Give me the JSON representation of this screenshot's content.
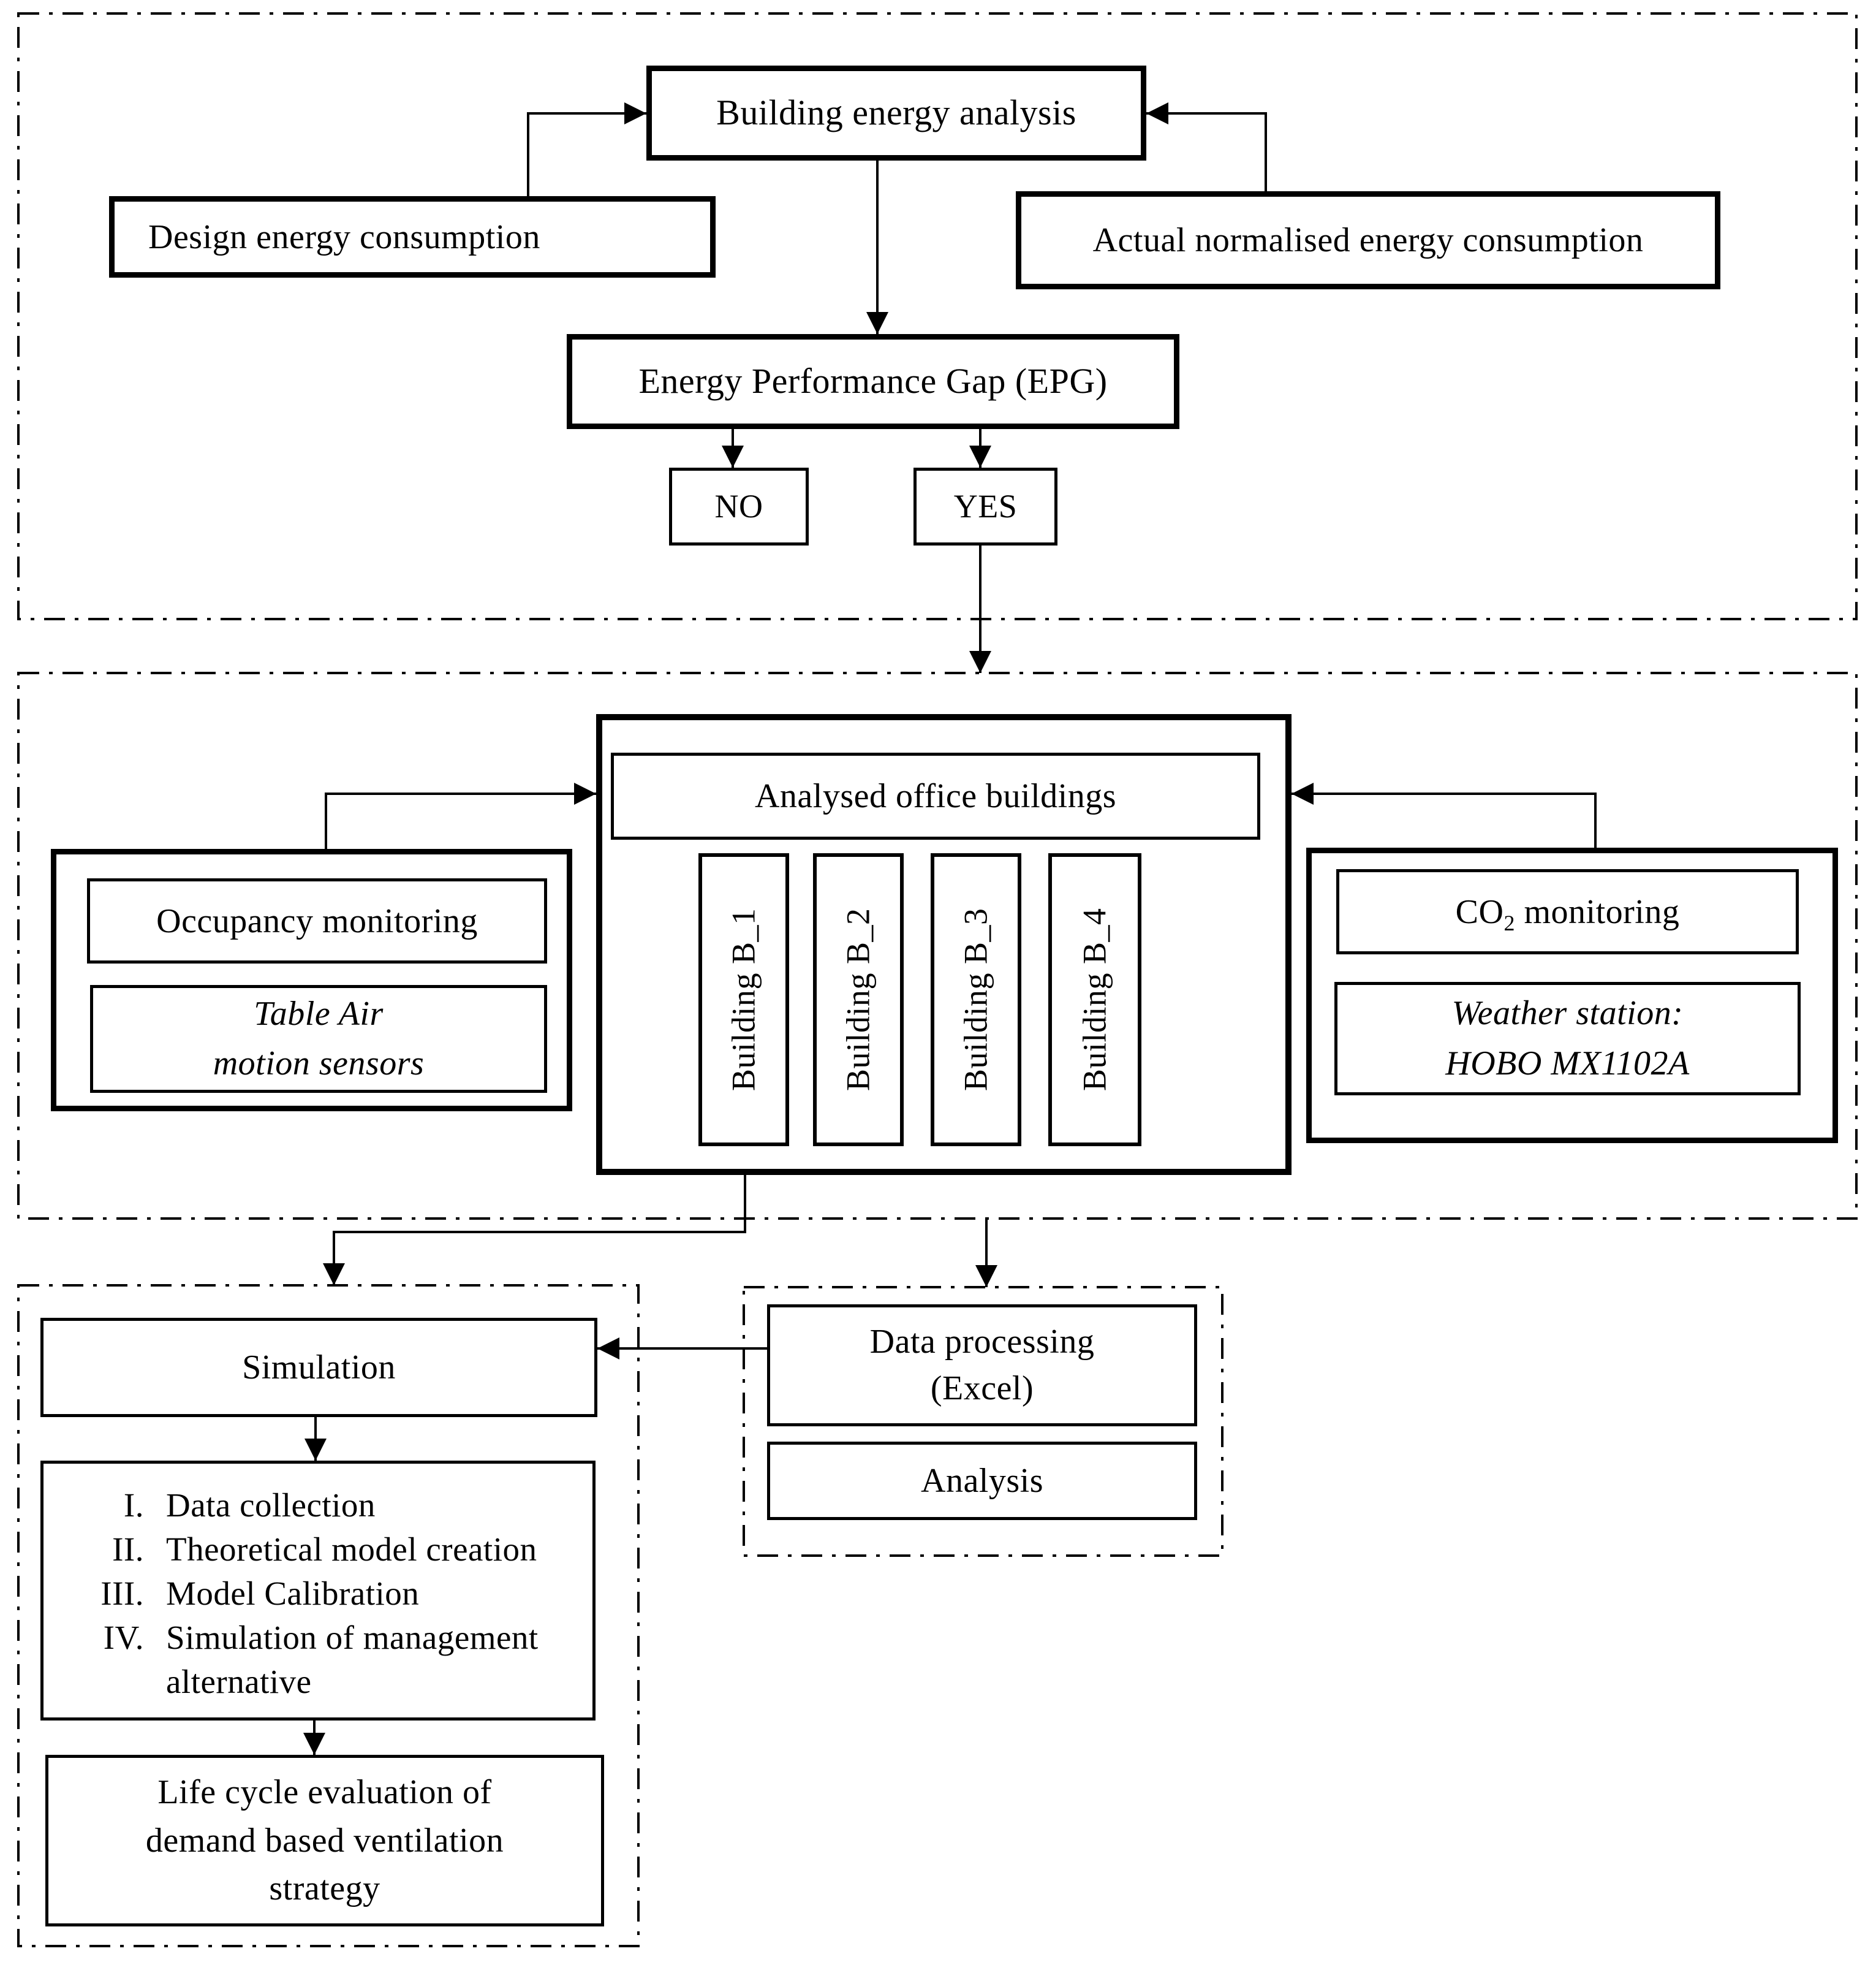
{
  "nodes": {
    "building_energy_analysis": "Building energy analysis",
    "design_energy_consumption": "Design energy consumption",
    "actual_normalised_energy_consumption": "Actual normalised energy consumption",
    "energy_performance_gap": "Energy Performance Gap (EPG)",
    "no_label": "NO",
    "yes_label": "YES",
    "analysed_office_buildings": "Analysed office buildings",
    "buildings": [
      "Building B_1",
      "Building B_2",
      "Building B_3",
      "Building B_4"
    ],
    "occupancy_monitoring": "Occupancy monitoring",
    "occupancy_sensor_lines": [
      "Table Air",
      "motion sensors"
    ],
    "co2_monitoring": {
      "pre": "CO",
      "sub": "2",
      "post": " monitoring"
    },
    "weather_station_lines": [
      "Weather station:",
      "HOBO MX1102A"
    ],
    "simulation": "Simulation",
    "simulation_steps": [
      {
        "num": "I.",
        "text": "Data collection"
      },
      {
        "num": "II.",
        "text": "Theoretical model creation"
      },
      {
        "num": "III.",
        "text": "Model Calibration"
      },
      {
        "num": "IV.",
        "text": "Simulation of management alternative"
      }
    ],
    "life_cycle_lines": [
      "Life cycle evaluation of",
      "demand based ventilation",
      "strategy"
    ],
    "data_processing_lines": [
      "Data processing",
      "(Excel)"
    ],
    "analysis": "Analysis"
  },
  "colors": {
    "ink": "#000000",
    "background": "#ffffff"
  }
}
